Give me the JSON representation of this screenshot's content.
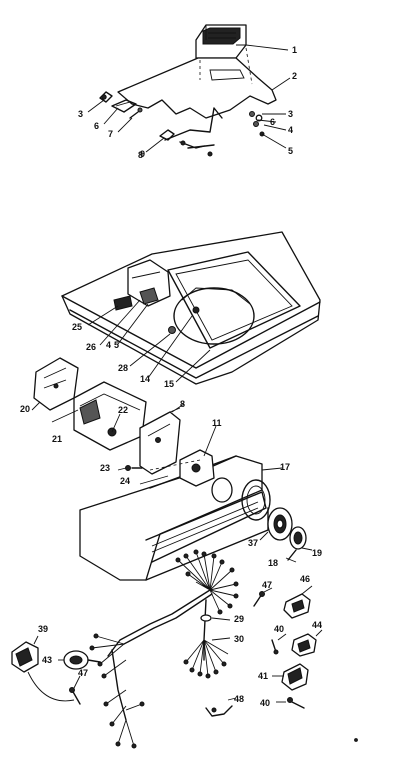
{
  "callouts": [
    {
      "id": "c1",
      "text": "1"
    },
    {
      "id": "c2",
      "text": "2"
    },
    {
      "id": "c3a",
      "text": "3"
    },
    {
      "id": "c4a",
      "text": "4"
    },
    {
      "id": "c5a",
      "text": "5"
    },
    {
      "id": "c6a",
      "text": "6"
    },
    {
      "id": "c3b",
      "text": "3"
    },
    {
      "id": "c6b",
      "text": "6"
    },
    {
      "id": "c7",
      "text": "7"
    },
    {
      "id": "c8",
      "text": "8"
    },
    {
      "id": "c9",
      "text": "9"
    },
    {
      "id": "c25",
      "text": "25"
    },
    {
      "id": "c26",
      "text": "26"
    },
    {
      "id": "c4b",
      "text": "4"
    },
    {
      "id": "c5b",
      "text": "5"
    },
    {
      "id": "c28",
      "text": "28"
    },
    {
      "id": "c14",
      "text": "14"
    },
    {
      "id": "c15",
      "text": "15"
    },
    {
      "id": "c20",
      "text": "20"
    },
    {
      "id": "c21",
      "text": "21"
    },
    {
      "id": "c22",
      "text": "22"
    },
    {
      "id": "c8b",
      "text": "8"
    },
    {
      "id": "c11",
      "text": "11"
    },
    {
      "id": "c23",
      "text": "23"
    },
    {
      "id": "c24",
      "text": "24"
    },
    {
      "id": "c17",
      "text": "17"
    },
    {
      "id": "c37",
      "text": "37"
    },
    {
      "id": "c19",
      "text": "19"
    },
    {
      "id": "c18",
      "text": "18"
    },
    {
      "id": "c47a",
      "text": "47"
    },
    {
      "id": "c46",
      "text": "46"
    },
    {
      "id": "c29",
      "text": "29"
    },
    {
      "id": "c30",
      "text": "30"
    },
    {
      "id": "c40a",
      "text": "40"
    },
    {
      "id": "c44",
      "text": "44"
    },
    {
      "id": "c39",
      "text": "39"
    },
    {
      "id": "c43",
      "text": "43"
    },
    {
      "id": "c47b",
      "text": "47"
    },
    {
      "id": "c41",
      "text": "41"
    },
    {
      "id": "c48",
      "text": "48"
    },
    {
      "id": "c40b",
      "text": "40"
    }
  ]
}
